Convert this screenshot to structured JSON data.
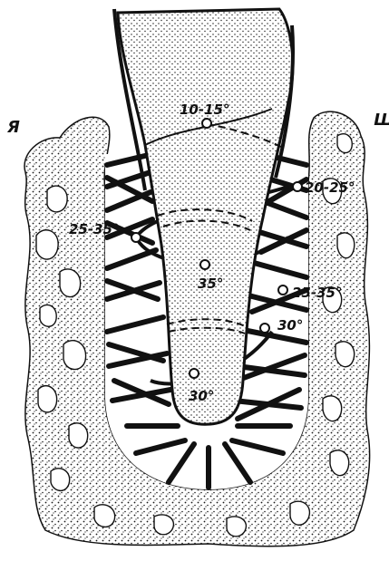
{
  "colors": {
    "ink": "#111111",
    "paper": "#ffffff",
    "stipple": "#1a1a1a"
  },
  "side_labels": {
    "left": "Я",
    "right": "Щ"
  },
  "angle_labels": {
    "crown": "10-15°",
    "upper_right": "20-25°",
    "upper_left": "25-35°",
    "middle": "35°",
    "middle_right": "25-35°",
    "lower_right": "30°",
    "apex": "30°"
  }
}
